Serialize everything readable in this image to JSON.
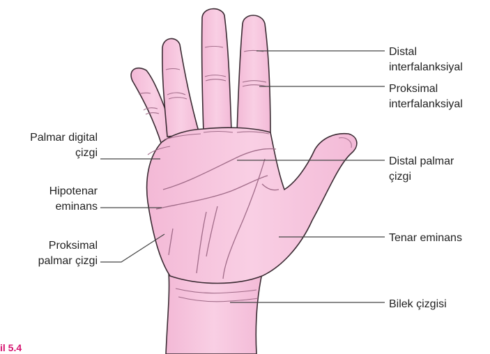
{
  "colors": {
    "skin": "#f7c6de",
    "skin_shade": "#eeaecf",
    "outline": "#3a2a32",
    "crease": "#b07a98",
    "leader": "#444444",
    "caption": "#d6136f"
  },
  "labels": {
    "distal_interphalangeal": [
      "Distal",
      "interfalanksiyal"
    ],
    "proximal_interphalangeal": [
      "Proksimal",
      "interfalanksiyal"
    ],
    "palmar_digital": [
      "Palmar digital",
      "çizgi"
    ],
    "distal_palmar": [
      "Distal palmar",
      "çizgi"
    ],
    "hypothenar": [
      "Hipotenar",
      "eminans"
    ],
    "thenar": "Tenar eminans",
    "proximal_palmar": [
      "Proksimal",
      "palmar çizgi"
    ],
    "wrist": "Bilek çizgisi"
  },
  "caption": "il 5.4"
}
